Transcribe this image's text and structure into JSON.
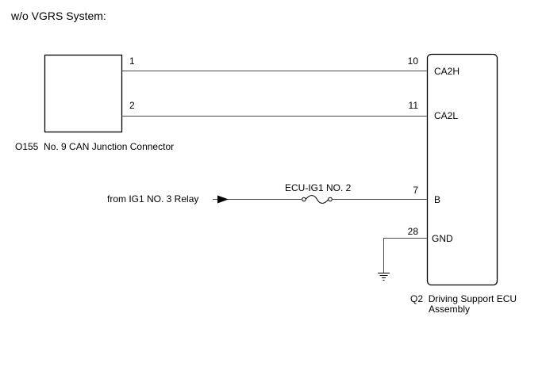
{
  "header": {
    "title": "w/o VGRS System:"
  },
  "connector": {
    "code": "O155",
    "name": "No. 9 CAN Junction Connector",
    "pins": [
      {
        "num": "1"
      },
      {
        "num": "2"
      }
    ]
  },
  "ecu": {
    "code": "Q2",
    "name_line1": "Driving Support ECU",
    "name_line2": "Assembly",
    "pins": [
      {
        "num": "10",
        "label": "CA2H"
      },
      {
        "num": "11",
        "label": "CA2L"
      },
      {
        "num": "7",
        "label": "B"
      },
      {
        "num": "28",
        "label": "GND"
      }
    ]
  },
  "power": {
    "source": "from IG1 NO. 3 Relay",
    "fuse": "ECU-IG1 NO. 2"
  },
  "icons": [
    "ground-icon",
    "fuse-icon",
    "arrow-icon"
  ],
  "colors": {
    "line": "#000000",
    "wire": "#4a4a4a"
  }
}
